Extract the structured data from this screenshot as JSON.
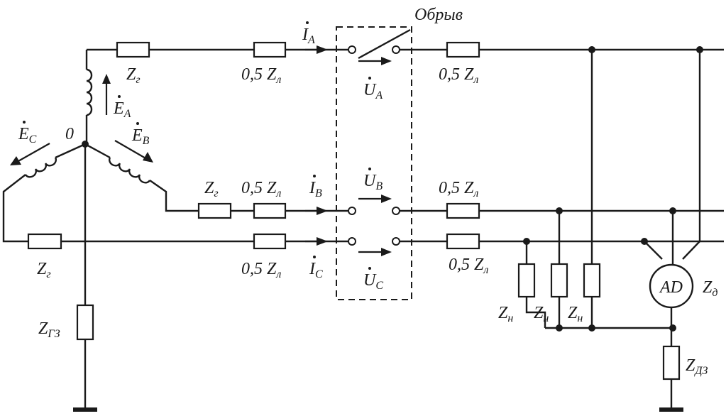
{
  "diagram": {
    "labels": {
      "break": "Обрыв",
      "zg_top": "Z",
      "zg_top_sub": "г",
      "zg_mid": "Z",
      "zg_mid_sub": "г",
      "zg_bot": "Z",
      "zg_bot_sub": "г",
      "zgz": "Z",
      "zgz_sub": "ГЗ",
      "half_zl_a_left": "0,5 Z",
      "half_zl_a_left_sub": "л",
      "half_zl_b_left": "0,5 Z",
      "half_zl_b_left_sub": "л",
      "half_zl_c_left": "0,5 Z",
      "half_zl_c_left_sub": "л",
      "half_zl_a_right": "0,5 Z",
      "half_zl_a_right_sub": "л",
      "half_zl_b_right": "0,5 Z",
      "half_zl_b_right_sub": "л",
      "half_zl_c_right": "0,5 Z",
      "half_zl_c_right_sub": "л",
      "ia": "I",
      "ia_sub": "A",
      "ib": "I",
      "ib_sub": "B",
      "ic": "I",
      "ic_sub": "C",
      "ua": "U",
      "ua_sub": "A",
      "ub": "U",
      "ub_sub": "B",
      "uc": "U",
      "uc_sub": "C",
      "ea": "E",
      "ea_sub": "A",
      "eb": "E",
      "eb_sub": "B",
      "ec": "E",
      "ec_sub": "C",
      "neutral": "0",
      "zn1": "Z",
      "zn1_sub": "н",
      "zn2": "Z",
      "zn2_sub": "н",
      "zn3": "Z",
      "zn3_sub": "н",
      "motor": "AD",
      "zd": "Z",
      "zd_sub": "д",
      "zdz": "Z",
      "zdz_sub": "ДЗ"
    }
  }
}
